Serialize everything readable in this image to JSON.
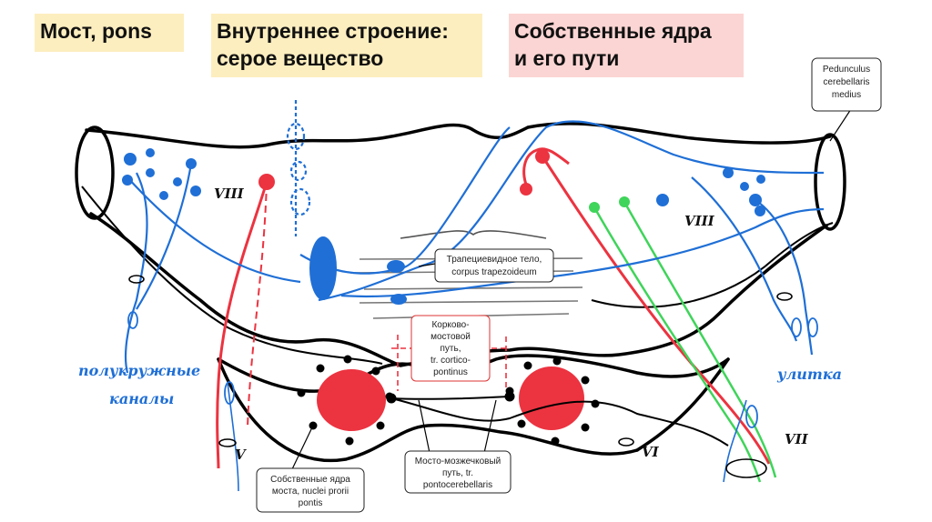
{
  "titles": {
    "main": "Мост, pons",
    "section": [
      "Внутреннее строение:",
      "серое вещество"
    ],
    "topic": [
      "Собственные ядра",
      "и его пути"
    ]
  },
  "callouts": {
    "peduncle": [
      "Pedunculus",
      "cerebellaris",
      "medius"
    ],
    "trapezoid": [
      "Трапециевидное тело,",
      "corpus trapezoideum"
    ],
    "corticopontine": [
      "Корково-",
      "мостовой",
      "путь,",
      "tr. cortico-",
      "pontinus"
    ],
    "nuclei": [
      "Собственные ядра",
      "моста, nuclei prorii",
      "pontis"
    ],
    "pontocerebellar": [
      "Мосто-мозжечковый",
      "путь, tr.",
      "pontocerebellaris"
    ]
  },
  "handwritten": {
    "semicircular": [
      "полукружные",
      "каналы"
    ],
    "cochlea": "улитка",
    "nerves": {
      "v": "V",
      "vi": "VI",
      "vii": "VII",
      "viii_left": "VIII",
      "viii_right": "VIII"
    }
  },
  "colors": {
    "title_yellow": "#fdeebf",
    "title_pink": "#fbd5d3",
    "blue": "#1f6fd6",
    "red": "#ec3340",
    "green": "#3fd45a",
    "outline": "#000000"
  }
}
